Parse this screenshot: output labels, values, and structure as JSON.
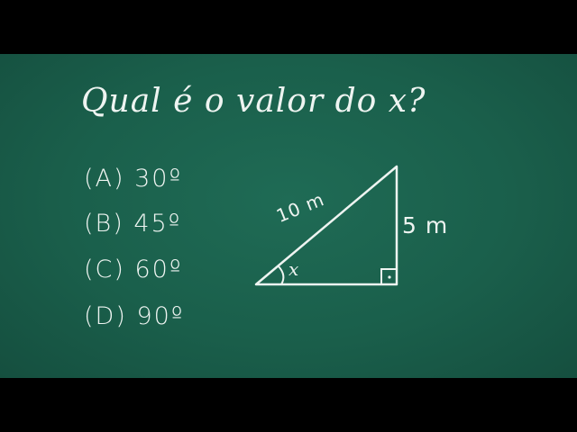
{
  "question": "Qual é o valor do x?",
  "options": [
    {
      "label": "(A) 30º"
    },
    {
      "label": "(B) 45º"
    },
    {
      "label": "(C) 60º"
    },
    {
      "label": "(D) 90º"
    }
  ],
  "triangle": {
    "hypotenuse_label": "10 m",
    "opposite_label": "5 m",
    "angle_label": "x"
  },
  "colors": {
    "board": "#1a5f4b",
    "chalk": "#eef4f1"
  }
}
